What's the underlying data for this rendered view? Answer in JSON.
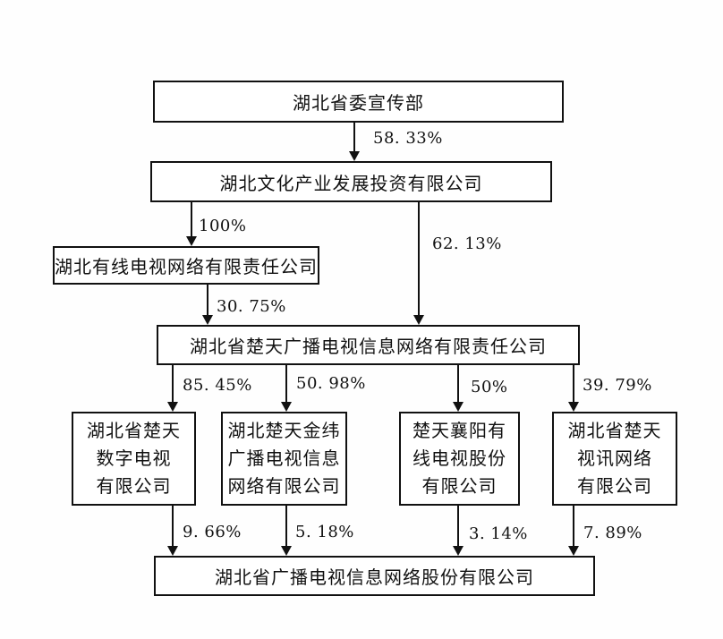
{
  "diagram": {
    "type": "ownership-structure-flowchart",
    "colors": {
      "line": "#111111",
      "box_border": "#111111",
      "background": "#ffffff",
      "text": "#111111"
    },
    "nodes": {
      "gov": {
        "label": "湖北省委宣传部"
      },
      "culture": {
        "label": "湖北文化产业发展投资有限公司"
      },
      "cable": {
        "label": "湖北有线电视网络有限责任公司"
      },
      "chutian": {
        "label": "湖北省楚天广播电视信息网络有限责任公司"
      },
      "sub_digital": {
        "lines": [
          "湖北省楚天",
          "数字电视",
          "有限公司"
        ]
      },
      "sub_jinwei": {
        "lines": [
          "湖北楚天金纬",
          "广播电视信息",
          "网络有限公司"
        ]
      },
      "sub_xiangyang": {
        "lines": [
          "楚天襄阳有",
          "线电视股份",
          "有限公司"
        ]
      },
      "sub_shixun": {
        "lines": [
          "湖北省楚天",
          "视讯网络",
          "有限公司"
        ]
      },
      "listed": {
        "label": "湖北省广播电视信息网络股份有限公司"
      }
    },
    "ownership": {
      "gov_to_culture": "58. 33%",
      "culture_to_cable": "100%",
      "culture_to_chutian": "62. 13%",
      "cable_to_chutian": "30. 75%",
      "chutian_to_digital": "85. 45%",
      "chutian_to_jinwei": "50. 98%",
      "chutian_to_xiangyang": "50%",
      "chutian_to_shixun": "39. 79%",
      "digital_to_listed": "9. 66%",
      "jinwei_to_listed": "5. 18%",
      "xiangyang_to_listed": "3. 14%",
      "shixun_to_listed": "7. 89%"
    }
  }
}
